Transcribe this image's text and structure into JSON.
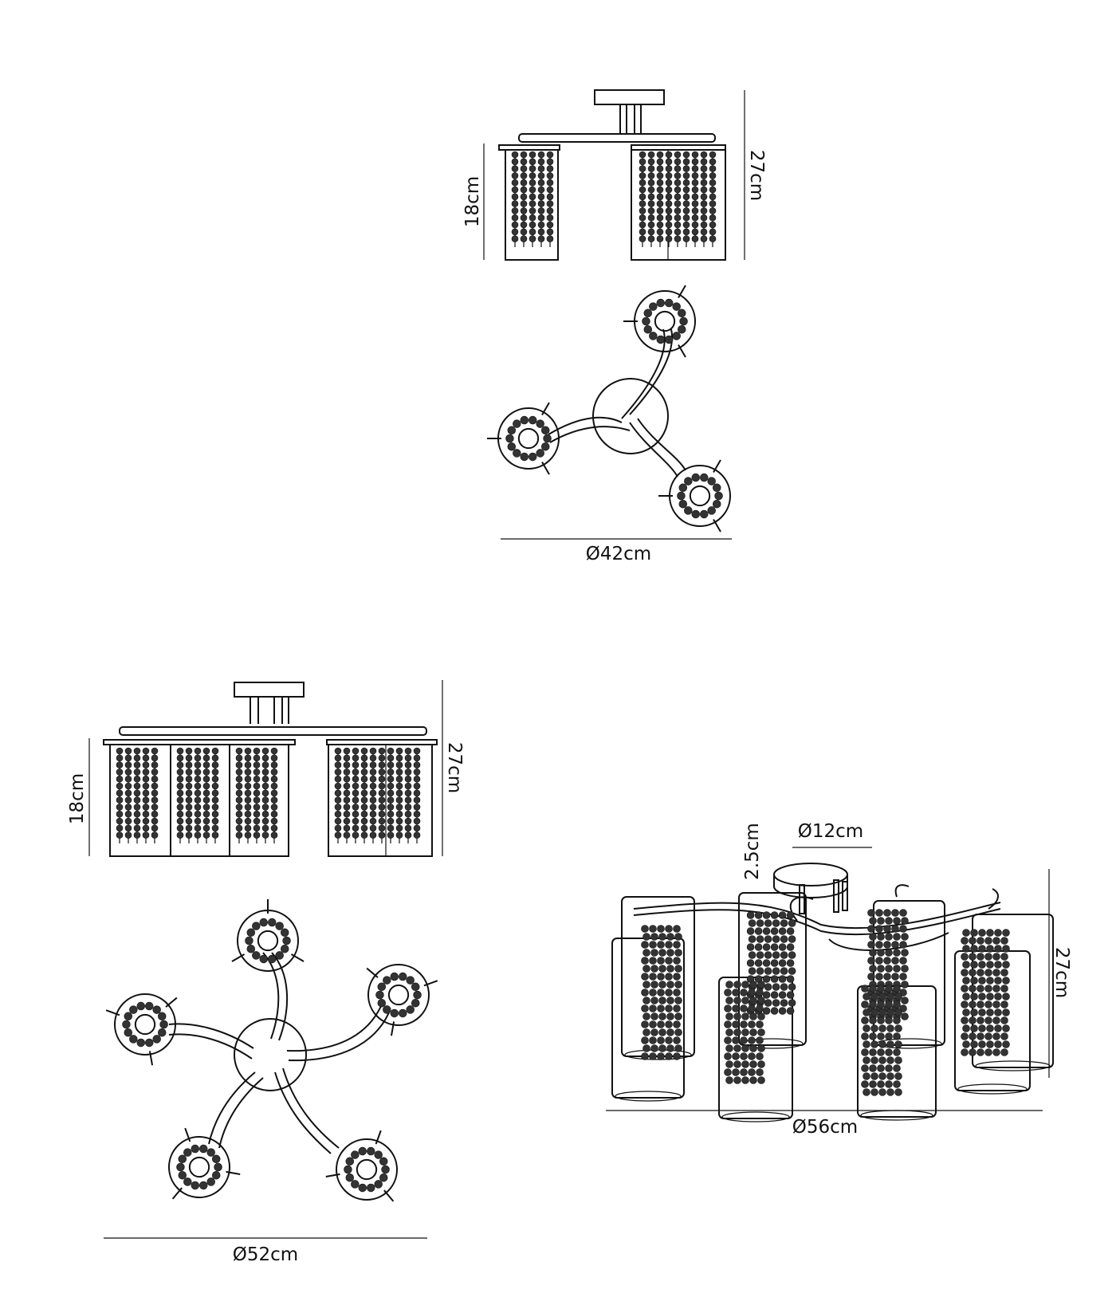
{
  "diagrams": {
    "three_light": {
      "height_total": "27cm",
      "height_shade": "18cm",
      "diameter": "Ø42cm"
    },
    "five_light": {
      "height_total": "27cm",
      "height_shade": "18cm",
      "diameter": "Ø52cm"
    },
    "eight_light": {
      "height_total": "27cm",
      "canopy_height": "2.5cm",
      "canopy_diameter": "Ø12cm",
      "diameter": "Ø56cm"
    }
  }
}
